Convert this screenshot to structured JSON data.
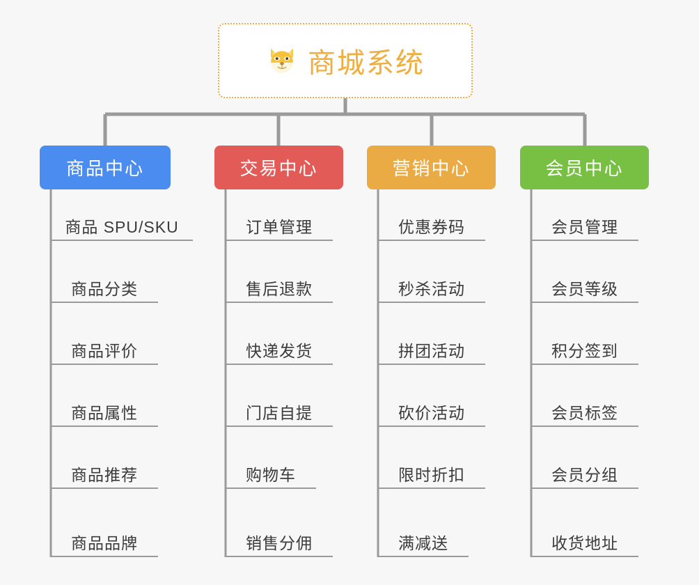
{
  "page": {
    "background_color": "#f7f7f7",
    "line_color": "#9a9a9a",
    "leaf_text_color": "#3b3b3b"
  },
  "root": {
    "title": "商城系统",
    "icon": "shiba-dog-face-emoji",
    "title_color": "#efae3f",
    "border_color": "#eeab40",
    "background_color": "#ffffff"
  },
  "columns": [
    {
      "header": "商品中心",
      "color": "#4a8cf0",
      "items": [
        "商品 SPU/SKU",
        "商品分类",
        "商品评价",
        "商品属性",
        "商品推荐",
        "商品品牌"
      ]
    },
    {
      "header": "交易中心",
      "color": "#e35b57",
      "items": [
        "订单管理",
        "售后退款",
        "快递发货",
        "门店自提",
        "购物车",
        "销售分佣"
      ]
    },
    {
      "header": "营销中心",
      "color": "#eaab44",
      "items": [
        "优惠券码",
        "秒杀活动",
        "拼团活动",
        "砍价活动",
        "限时折扣",
        "满减送"
      ]
    },
    {
      "header": "会员中心",
      "color": "#78c043",
      "items": [
        "会员管理",
        "会员等级",
        "积分签到",
        "会员标签",
        "会员分组",
        "收货地址"
      ]
    }
  ]
}
